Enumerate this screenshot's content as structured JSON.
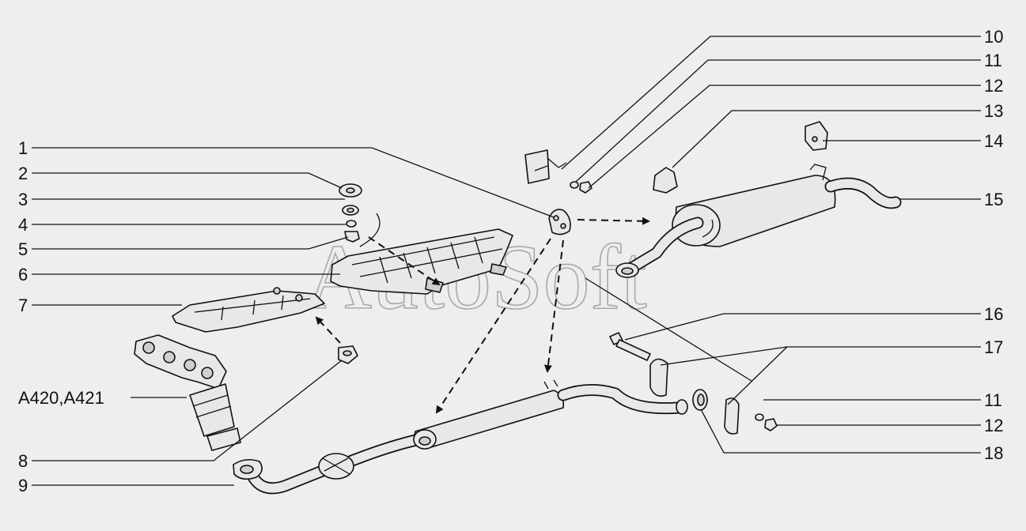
{
  "watermark": "AutoSoft",
  "callouts": {
    "c1": "1",
    "c2": "2",
    "c3": "3",
    "c4": "4",
    "c5": "5",
    "c6": "6",
    "c7": "7",
    "c8": "8",
    "c9": "9",
    "c10": "10",
    "c11a": "11",
    "c12a": "12",
    "c13": "13",
    "c14": "14",
    "c15": "15",
    "c16": "16",
    "c17": "17",
    "c11b": "11",
    "c12b": "12",
    "c18": "18",
    "variant": "A420,A421"
  }
}
